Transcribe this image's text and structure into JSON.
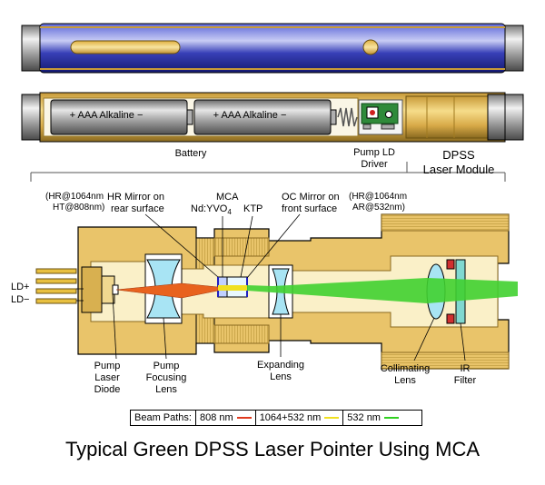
{
  "labels": {
    "battery_cell_1": "AAA Alkaline",
    "battery_cell_2": "AAA Alkaline",
    "plus": "+",
    "minus": "−",
    "battery": "Battery",
    "pump_ld_driver_1": "Pump LD",
    "pump_ld_driver_2": "Driver",
    "dpss_1": "DPSS",
    "dpss_2": "Laser Module",
    "hr_spec_1": "(HR@1064nm",
    "hr_spec_2": "HT@808nm)",
    "hr_mirror_1": "HR Mirror on",
    "hr_mirror_2": "rear surface",
    "mca": "MCA",
    "ndyvo": "Nd:YVO",
    "ndyvo_sub": "4",
    "ktp": "KTP",
    "oc_mirror_1": "OC Mirror on",
    "oc_mirror_2": "front surface",
    "oc_spec_1": "(HR@1064nm",
    "oc_spec_2": "AR@532nm)",
    "ld_plus": "LD+",
    "ld_minus": "LD−",
    "pump_laser_1": "Pump",
    "pump_laser_2": "Laser",
    "pump_laser_3": "Diode",
    "pump_focus_1": "Pump",
    "pump_focus_2": "Focusing",
    "pump_focus_3": "Lens",
    "expanding_1": "Expanding",
    "expanding_2": "Lens",
    "collimating_1": "Collimating",
    "collimating_2": "Lens",
    "ir_filter_1": "IR",
    "ir_filter_2": "Filter"
  },
  "legend": {
    "title": "Beam Paths:",
    "items": [
      {
        "label": "808 nm",
        "color": "#e03a1e"
      },
      {
        "label": "1064+532 nm",
        "color": "#f0e020"
      },
      {
        "label": "532 nm",
        "color": "#30d020"
      }
    ]
  },
  "caption": "Typical Green DPSS Laser Pointer Using MCA",
  "colors": {
    "brass": "#e9c46a",
    "brass_dark": "#b08d2e",
    "blue_body": "#2e36b8",
    "glass": "#a8e4f4",
    "beam_pump": "#e8621e",
    "beam_green": "#40d030",
    "pcb_green": "#2f8a3a"
  }
}
